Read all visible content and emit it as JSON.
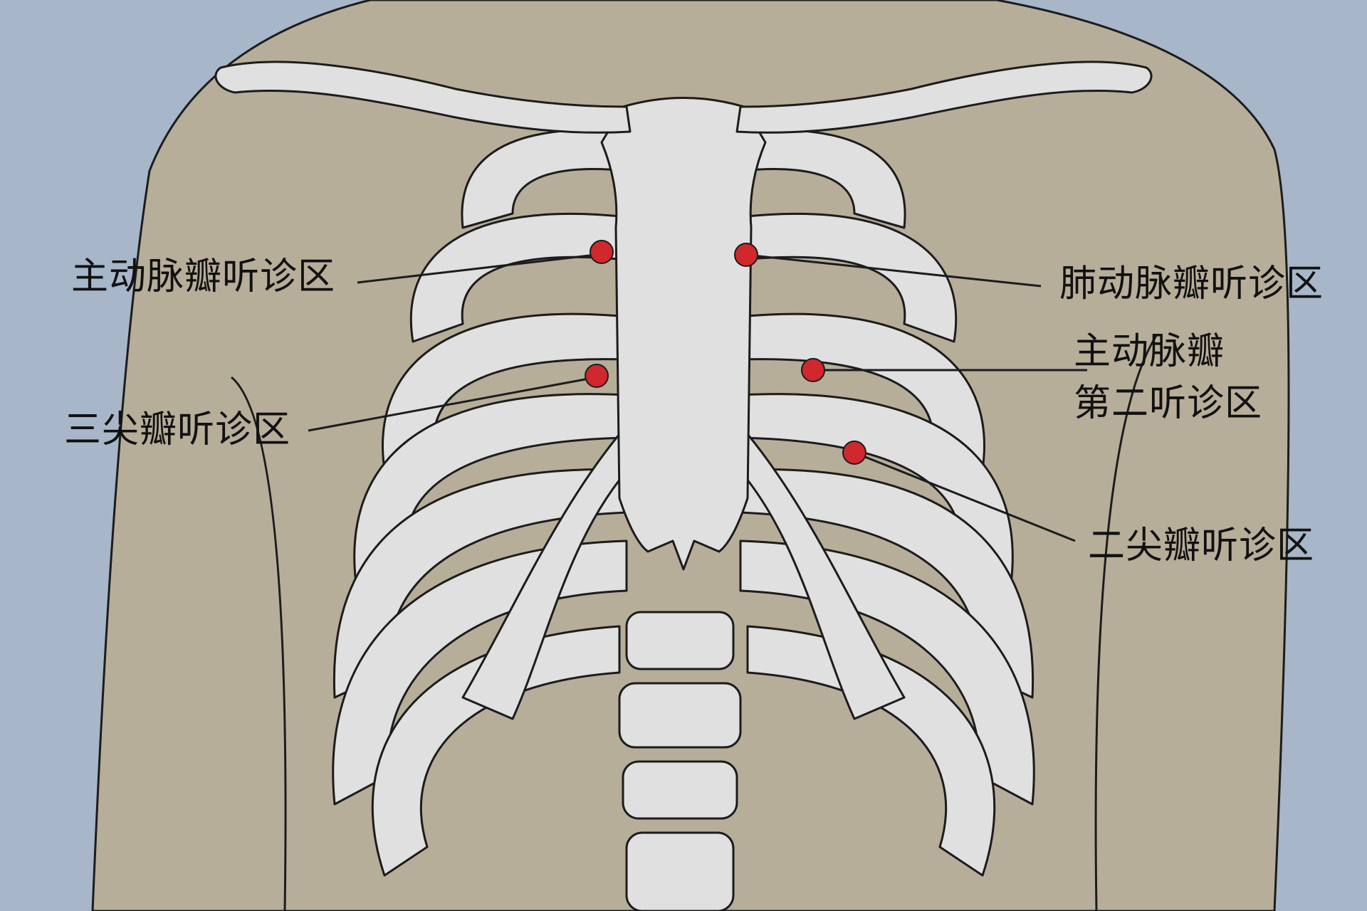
{
  "colors": {
    "background": "#a7b6c8",
    "skin": "#b7ae9a",
    "bone": "#e0e0e0",
    "outline": "#1c1c1c",
    "marker": "#d0282d"
  },
  "labels": {
    "aortic": "主动脉瓣听诊区",
    "tricuspid": "三尖瓣听诊区",
    "pulmonary": "肺动脉瓣听诊区",
    "aortic_second_line1": "主动脉瓣",
    "aortic_second_line2": "第二听诊区",
    "mitral": "二尖瓣听诊区"
  }
}
